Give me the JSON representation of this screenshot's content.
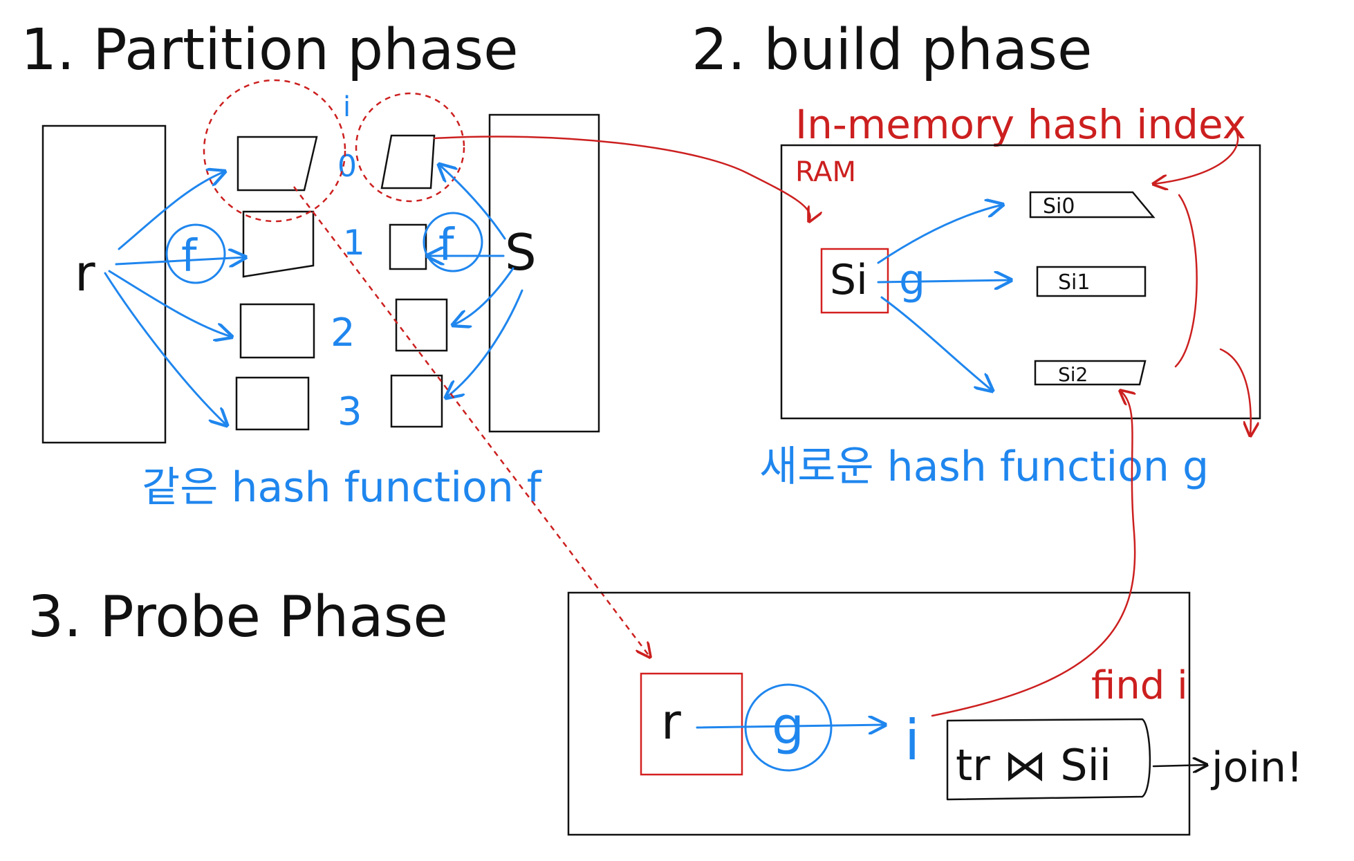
{
  "titles": {
    "partition": "1. Partition phase",
    "build": "2. build phase",
    "probe": "3. Probe Phase"
  },
  "partition": {
    "relation_r": "r",
    "relation_s": "S",
    "hash_f_r": "f",
    "hash_f_s": "f",
    "index_i": "i",
    "indices": [
      "0",
      "1",
      "2",
      "3"
    ],
    "caption": "같은 hash function f"
  },
  "build": {
    "label_memory": "In-memory hash index",
    "label_ram": "RAM",
    "si": "Si",
    "hash_g": "g",
    "buckets": [
      "Si0",
      "Si1",
      "Si2"
    ],
    "caption": "새로운 hash function g"
  },
  "probe": {
    "r": "r",
    "hash_g": "g",
    "i": "i",
    "find": "find i",
    "join_expr": "tr ⋈ Sii",
    "join_label": "join!"
  },
  "colors": {
    "ink": "#111111",
    "blue": "#1f86ee",
    "red": "#cc1f1f"
  }
}
